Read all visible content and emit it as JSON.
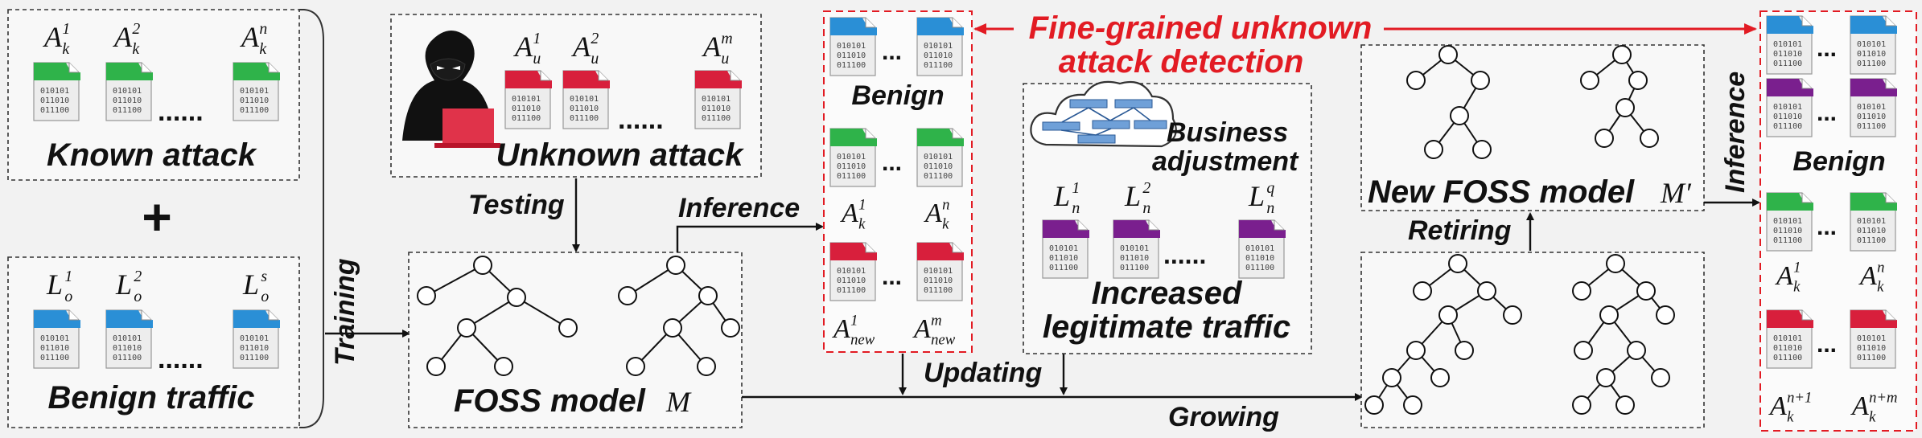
{
  "labels": {
    "known_attack": "Known attack",
    "unknown_attack": "Unknown attack",
    "benign_traffic": "Benign traffic",
    "plus": "+",
    "training": "Training",
    "testing": "Testing",
    "inference_left": "Inference",
    "inference_right": "Inference",
    "foss_model": "FOSS model",
    "foss_model_symbol": "M",
    "new_foss_model": "New FOSS model",
    "new_foss_model_symbol": "M′",
    "updating": "Updating",
    "growing": "Growing",
    "retiring": "Retiring",
    "fine_grained_line1": "Fine-grained unknown",
    "fine_grained_line2": "attack detection",
    "business_line1": "Business",
    "business_line2": "adjustment",
    "increased_line1": "Increased",
    "increased_line2": "legitimate traffic",
    "benign_mid": "Benign",
    "benign_right": "Benign",
    "dots": "......",
    "short_dots": "..."
  },
  "file_text": {
    "line1": "010101",
    "line2": "011010",
    "line3": "011100"
  },
  "symbols": {
    "known_first": {
      "base": "A",
      "sub": "k",
      "sup": "1"
    },
    "known_second": {
      "base": "A",
      "sub": "k",
      "sup": "2"
    },
    "known_last": {
      "base": "A",
      "sub": "k",
      "sup": "n"
    },
    "unknown_first": {
      "base": "A",
      "sub": "u",
      "sup": "1"
    },
    "unknown_second": {
      "base": "A",
      "sub": "u",
      "sup": "2"
    },
    "unknown_last": {
      "base": "A",
      "sub": "u",
      "sup": "m"
    },
    "benign_first": {
      "base": "L",
      "sub": "o",
      "sup": "1"
    },
    "benign_second": {
      "base": "L",
      "sub": "o",
      "sup": "2"
    },
    "benign_last": {
      "base": "L",
      "sub": "o",
      "sup": "s"
    },
    "legit_first": {
      "base": "L",
      "sub": "n",
      "sup": "1"
    },
    "legit_second": {
      "base": "L",
      "sub": "n",
      "sup": "2"
    },
    "legit_last": {
      "base": "L",
      "sub": "n",
      "sup": "q"
    },
    "mid_k_first": {
      "base": "A",
      "sub": "k",
      "sup": "1"
    },
    "mid_k_last": {
      "base": "A",
      "sub": "k",
      "sup": "n"
    },
    "mid_new_first": {
      "base": "A",
      "sub": "new",
      "sup": "1"
    },
    "mid_new_last": {
      "base": "A",
      "sub": "new",
      "sup": "m"
    },
    "right_k_first": {
      "base": "A",
      "sub": "k",
      "sup": "1"
    },
    "right_k_last": {
      "base": "A",
      "sub": "k",
      "sup": "n"
    },
    "right_new_first": {
      "base": "A",
      "sub": "k",
      "sup": "n+1"
    },
    "right_new_last": {
      "base": "A",
      "sub": "k",
      "sup": "n+m"
    }
  },
  "colors": {
    "known_attack": "#2fb34a",
    "unknown_attack": "#d81f3c",
    "benign_traffic": "#2a8fd6",
    "legitimate_traffic": "#7a1f8e",
    "highlight": "#e21b23"
  },
  "icons": {
    "hacker": "hacker-icon",
    "cloud": "cloud-network-icon",
    "file": "binary-file-icon"
  }
}
